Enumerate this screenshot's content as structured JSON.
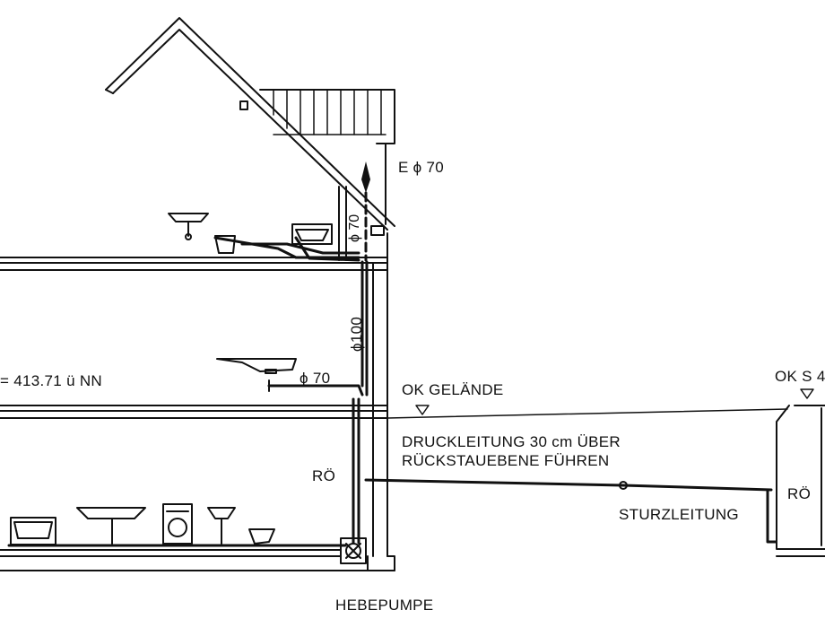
{
  "labels": {
    "vent_pipe": "E ϕ 70",
    "upper_pipe": "ϕ 70",
    "main_stack": "ϕ100",
    "middle_pipe": "ϕ 70",
    "elevation": "= 413.71 ü NN",
    "ground_level": "OK GELÄNDE",
    "pressure_line_1": "DRUCKLEITUNG 30 cm ÜBER",
    "pressure_line_2": "RÜCKSTAUEBENE FÜHREN",
    "cleanout_left": "RÖ",
    "cleanout_right": "RÖ",
    "drop_pipe": "STURZLEITUNG",
    "pump": "HEBEPUMPE",
    "street_level": "OK S 4"
  },
  "colors": {
    "line": "#111111",
    "background": "#ffffff"
  }
}
